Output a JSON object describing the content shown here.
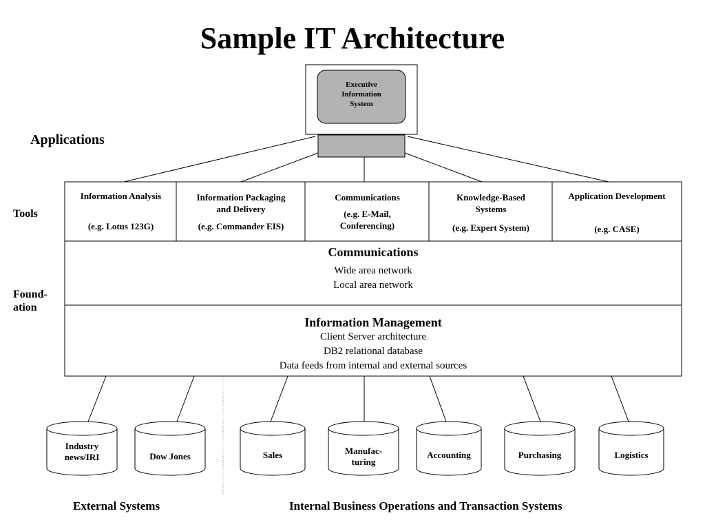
{
  "title": "Sample IT Architecture",
  "eis": {
    "line1": "Executive",
    "line2": "Information",
    "line3": "System"
  },
  "labels": {
    "applications": "Applications",
    "tools": "Tools",
    "foundation_line1": "Found-",
    "foundation_line2": "ation"
  },
  "tools": [
    {
      "title": "Information Analysis",
      "example": "(e.g. Lotus 123G)"
    },
    {
      "title_line1": "Information Packaging",
      "title_line2": "and Delivery",
      "example": "(e.g. Commander EIS)"
    },
    {
      "title": "Communications",
      "example_line1": "(e.g. E-Mail,",
      "example_line2": "Conferencing)"
    },
    {
      "title_line1": "Knowledge-Based",
      "title_line2": "Systems",
      "example": "(e.g. Expert System)"
    },
    {
      "title": "Application Development",
      "example": "(e.g. CASE)"
    }
  ],
  "communications": {
    "heading": "Communications",
    "items": [
      "Wide area network",
      "Local area network"
    ]
  },
  "information_management": {
    "heading": "Information Management",
    "items": [
      "Client Server architecture",
      "DB2 relational database",
      "Data feeds from internal and external sources"
    ]
  },
  "external_systems": [
    {
      "line1": "Industry",
      "line2": "news/IRI"
    },
    {
      "line1": "Dow Jones"
    }
  ],
  "internal_systems": [
    {
      "line1": "Sales"
    },
    {
      "line1": "Manufac-",
      "line2": "turing"
    },
    {
      "line1": "Accounting"
    },
    {
      "line1": "Purchasing"
    },
    {
      "line1": "Logistics"
    }
  ],
  "bottom_labels": {
    "external": "External Systems",
    "internal": "Internal Business Operations and Transaction Systems"
  },
  "colors": {
    "screen_fill": "#b3b3b3",
    "stroke": "#000000",
    "background": "#ffffff"
  }
}
